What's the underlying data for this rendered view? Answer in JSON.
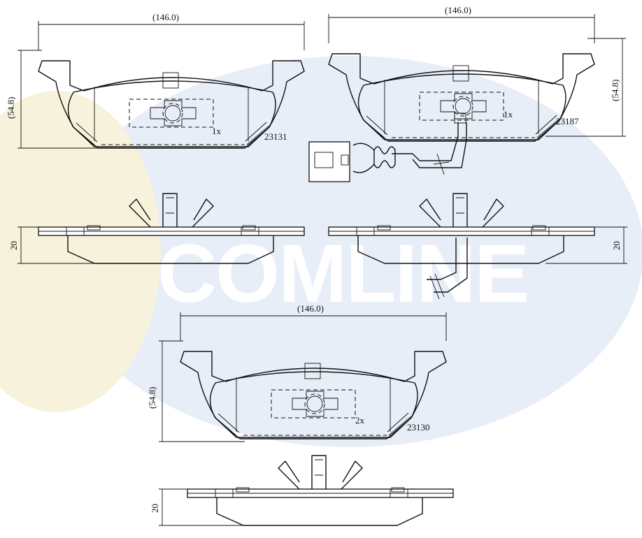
{
  "watermark": {
    "text": "COMLINE",
    "colors": {
      "ellipse": "#e8eef8",
      "band": "#f7f2dc",
      "text": "#ffffff"
    }
  },
  "parts": [
    {
      "id": "23131",
      "qty": "1x",
      "width": "(146.0)",
      "height": "(54.8)",
      "thickness": "20"
    },
    {
      "id": "23187",
      "qty": "1x",
      "width": "(146.0)",
      "height": "(54.8)",
      "thickness": "20",
      "wear_sensor": true
    },
    {
      "id": "23130",
      "qty": "2x",
      "width": "(146.0)",
      "height": "(54.8)",
      "thickness": "20"
    }
  ]
}
